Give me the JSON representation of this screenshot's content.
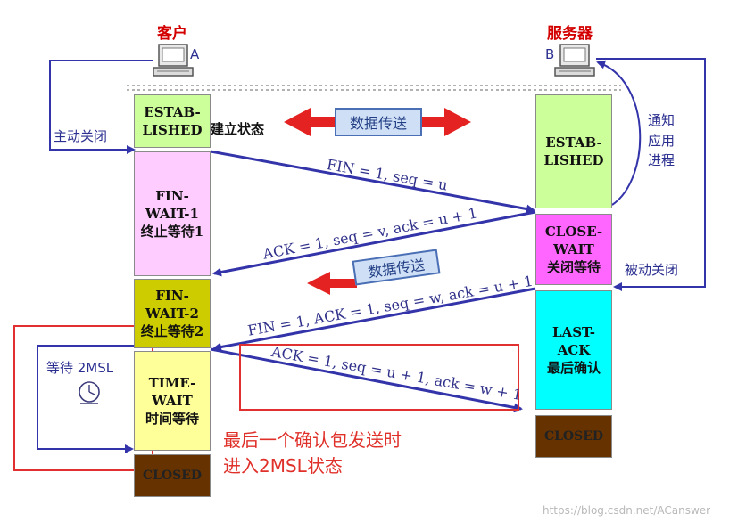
{
  "client": {
    "title": "客户",
    "letter": "A"
  },
  "server": {
    "title": "服务器",
    "letter": "B"
  },
  "client_states": {
    "established": "ESTAB-\nLISHED",
    "fin_wait_1": "FIN-WAIT-1\n终止等待1",
    "fin_wait_2": "FIN-WAIT-2\n终止等待2",
    "time_wait": "TIME-WAIT\n时间等待",
    "closed": "CLOSED"
  },
  "server_states": {
    "established": "ESTAB-\nLISHED",
    "close_wait": "CLOSE-WAIT\n关闭等待",
    "last_ack": "LAST-ACK\n最后确认",
    "closed": "CLOSED"
  },
  "labels": {
    "established_cn": "建立状态",
    "active_close": "主动关闭",
    "notify_app": "通知\n应用\n进程",
    "passive_close": "被动关闭",
    "data_transfer_1": "数据传送",
    "data_transfer_2": "数据传送",
    "wait_2msl": "等待 2MSL"
  },
  "messages": {
    "fin1": "FIN = 1, seq = u",
    "ack1": "ACK = 1, seq = v, ack = u + 1",
    "fin2": "FIN = 1, ACK = 1, seq = w, ack = u + 1",
    "ack2": "ACK = 1, seq = u + 1, ack = w + 1"
  },
  "annotation": "最后一个确认包发送时\n进入2MSL状态",
  "watermark": "https://blog.csdn.net/ACanswer",
  "colors": {
    "established": "#ccff99",
    "fin_wait_1": "#ffccff",
    "fin_wait_2": "#cccc00",
    "time_wait": "#ffff99",
    "closed": "#663300",
    "close_wait": "#ff66ff",
    "last_ack": "#00ffff",
    "arrow_blue": "#3333aa",
    "highlight_red": "#e03030"
  }
}
